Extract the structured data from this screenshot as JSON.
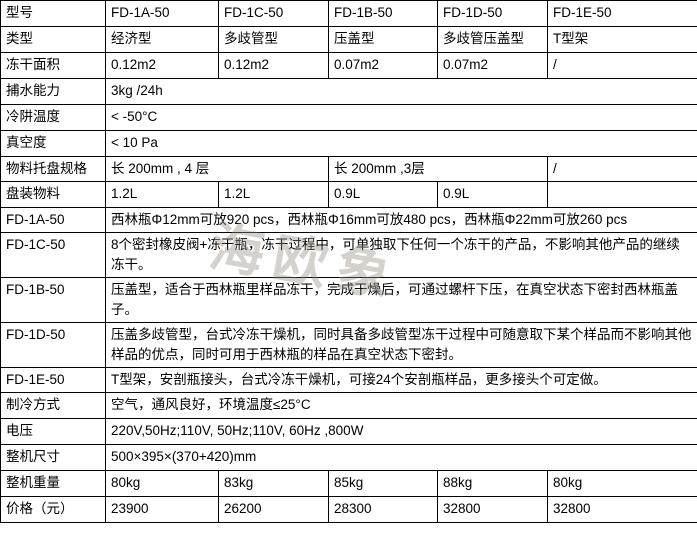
{
  "watermark": "海欧象",
  "rows": {
    "model": {
      "label": "型号",
      "cells": [
        "FD-1A-50",
        "FD-1C-50",
        "FD-1B-50",
        "FD-1D-50",
        "FD-1E-50"
      ]
    },
    "type": {
      "label": "类型",
      "cells": [
        "经济型",
        "多歧管型",
        "压盖型",
        "多歧管压盖型",
        "T型架"
      ]
    },
    "area": {
      "label": "冻干面积",
      "cells": [
        "0.12m2",
        "0.12m2",
        "0.07m2",
        "0.07m2",
        "/"
      ]
    },
    "capture": {
      "label": "捕水能力",
      "value": "3kg /24h"
    },
    "trap": {
      "label": "冷阱温度",
      "value": "< -50°C"
    },
    "vacuum": {
      "label": "真空度",
      "value": "< 10 Pa"
    },
    "tray": {
      "label": "物料托盘规格",
      "left": "长  200mm , 4 层",
      "right": "长 200mm ,3层",
      "slash": "/"
    },
    "volume": {
      "label": "盘装物料",
      "cells": [
        "1.2L",
        "1.2L",
        "0.9L",
        "0.9L",
        ""
      ]
    },
    "descs": [
      {
        "label": "FD-1A-50",
        "text": "西林瓶Φ12mm可放920 pcs，西林瓶Φ16mm可放480 pcs，西林瓶Φ22mm可放260 pcs"
      },
      {
        "label": "FD-1C-50",
        "text": "8个密封橡皮阀+冻干瓶，冻干过程中，可单独取下任何一个冻干的产品，不影响其他产品的继续冻干。"
      },
      {
        "label": "FD-1B-50",
        "text": "压盖型，适合于西林瓶里样品冻干，完成干燥后，可通过螺杆下压，在真空状态下密封西林瓶盖子。"
      },
      {
        "label": "FD-1D-50",
        "text": "压盖多歧管型，台式冷冻干燥机，同时具备多歧管型冻干过程中可随意取下某个样品而不影响其他样品的优点，同时可用于西林瓶的样品在真空状态下密封。"
      },
      {
        "label": "FD-1E-50",
        "text": "T型架，安剖瓶接头，台式冷冻干燥机，可接24个安剖瓶样品，更多接头个可定做。"
      }
    ],
    "cooling": {
      "label": "制冷方式",
      "value": "空气，通风良好，环境温度≤25°C"
    },
    "voltage": {
      "label": "电压",
      "value": "220V,50Hz;110V, 50Hz;110V, 60Hz ,800W"
    },
    "size": {
      "label": "整机尺寸",
      "value": "500×395×(370+420)mm"
    },
    "weight": {
      "label": "整机重量",
      "cells": [
        "80kg",
        "83kg",
        "85kg",
        "88kg",
        "80kg"
      ]
    },
    "price": {
      "label": "价格（元）",
      "cells": [
        "23900",
        "26200",
        "28300",
        "32800",
        "32800"
      ]
    }
  }
}
